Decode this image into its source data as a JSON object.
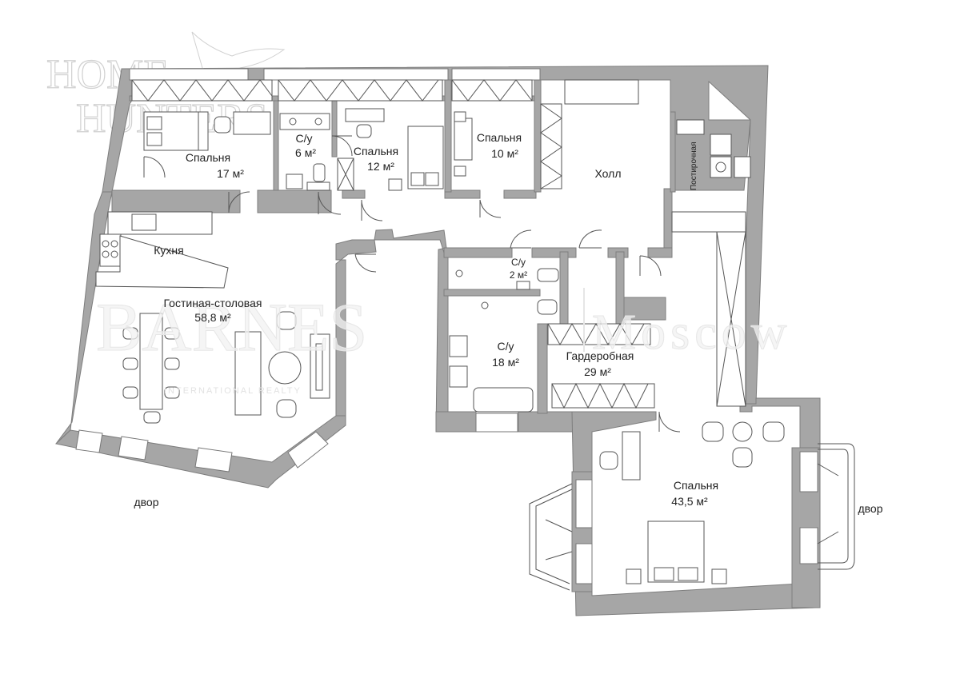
{
  "rooms": {
    "bedroom_17": {
      "name": "Спальня",
      "area": "17 м²"
    },
    "bath_6": {
      "name": "С/у",
      "area": "6 м²"
    },
    "bedroom_12": {
      "name": "Спальня",
      "area": "12 м²"
    },
    "bedroom_10": {
      "name": "Спальня",
      "area": "10 м²"
    },
    "hall": {
      "name": "Холл"
    },
    "laundry": {
      "name": "Постирочная"
    },
    "kitchen": {
      "name": "Кухня"
    },
    "living": {
      "name": "Гостиная-столовая",
      "area": "58,8 м²"
    },
    "bath_2": {
      "name": "С/у",
      "area": "2 м²"
    },
    "bath_18": {
      "name": "С/у",
      "area": "18 м²"
    },
    "wardrobe": {
      "name": "Гардеробная",
      "area": "29 м²"
    },
    "bedroom_43": {
      "name": "Спальня",
      "area": "43,5 м²"
    }
  },
  "outside": {
    "yard_left": "двор",
    "yard_right": "двор"
  },
  "watermarks": {
    "home_hunters_1": "HOME",
    "home_hunters_2": "HUNTERS",
    "barnes": "BARNES",
    "moscow": "Moscow",
    "barnes_sub": "INTERNATIONAL REALTY"
  },
  "colors": {
    "wall": "#a6a6a6",
    "background": "#ffffff",
    "line": "#555555"
  }
}
